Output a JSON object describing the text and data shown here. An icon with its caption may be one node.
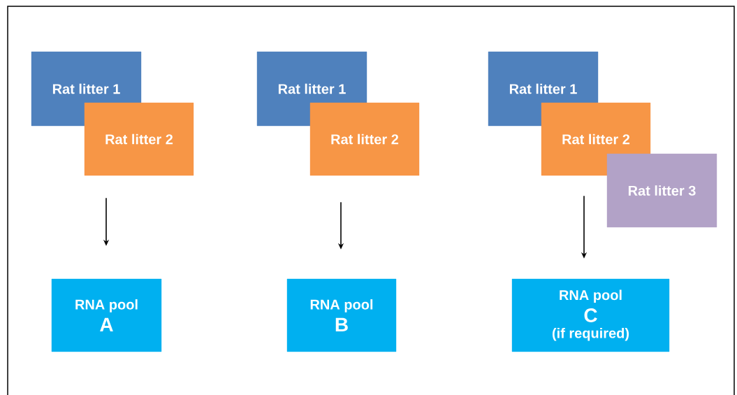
{
  "diagram": {
    "nodes": [
      {
        "text": [
          "Rat litter 1"
        ]
      },
      {
        "text": [
          "Rat litter 2"
        ]
      },
      {
        "text": [
          "RNA pool",
          "A"
        ]
      },
      {
        "text": [
          "Rat litter 1"
        ]
      },
      {
        "text": [
          "Rat litter 2"
        ]
      },
      {
        "text": [
          "RNA pool",
          "B"
        ]
      },
      {
        "text": [
          "Rat litter 1"
        ]
      },
      {
        "text": [
          "Rat litter 2"
        ]
      },
      {
        "text": [
          "Rat litter 3"
        ]
      },
      {
        "text": [
          "RNA pool",
          "C",
          "(if required)"
        ]
      }
    ],
    "edges": [
      {
        "from": 1,
        "to": 2,
        "arrow": "to"
      },
      {
        "from": 4,
        "to": 5,
        "arrow": "to"
      },
      {
        "from": 7,
        "to": 9,
        "arrow": "to"
      }
    ]
  }
}
